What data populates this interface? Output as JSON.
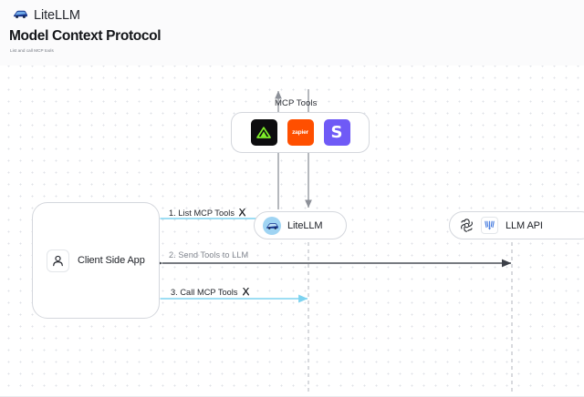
{
  "header": {
    "brand": "LiteLLM",
    "brand_icon": "litellm-logo-icon",
    "title": "Model Context Protocol",
    "subtitle": "List and call MCP tools"
  },
  "diagram": {
    "mcp_group": {
      "label": "MCP Tools",
      "tools": [
        {
          "name": "mountain-tool-icon",
          "glyph": "",
          "bg": "#0d0d0f"
        },
        {
          "name": "zapier-tool-icon",
          "glyph": "zapier",
          "bg": "#ff4f00"
        },
        {
          "name": "slack-tool-icon",
          "glyph": "S",
          "bg": "#6f5af6"
        }
      ]
    },
    "nodes": {
      "litellm": {
        "label": "LiteLLM",
        "icon": "litellm-logo-icon"
      },
      "llm_api": {
        "label": "LLM API",
        "icons": [
          "openai-icon",
          "anthropic-icon"
        ]
      },
      "client": {
        "label": "Client Side App",
        "icon": "user-icon"
      }
    },
    "steps": [
      {
        "id": 1,
        "label": "1. List MCP Tools",
        "icon": "tools-icon",
        "color": "#7dd3f0",
        "direction": "bidirectional"
      },
      {
        "id": 2,
        "label": "2. Send Tools to LLM",
        "icon": "",
        "color": "#4a4e56",
        "direction": "bidirectional"
      },
      {
        "id": 3,
        "label": "3. Call MCP Tools",
        "icon": "tools-icon",
        "color": "#7dd3f0",
        "direction": "bidirectional"
      }
    ]
  },
  "colors": {
    "accent_blue": "#7dd3f0",
    "arrow_dark": "#4a4e56",
    "node_border": "#d4d7dd",
    "lifeline": "#c3c7cd",
    "grid_dot": "#dfe2e7"
  }
}
